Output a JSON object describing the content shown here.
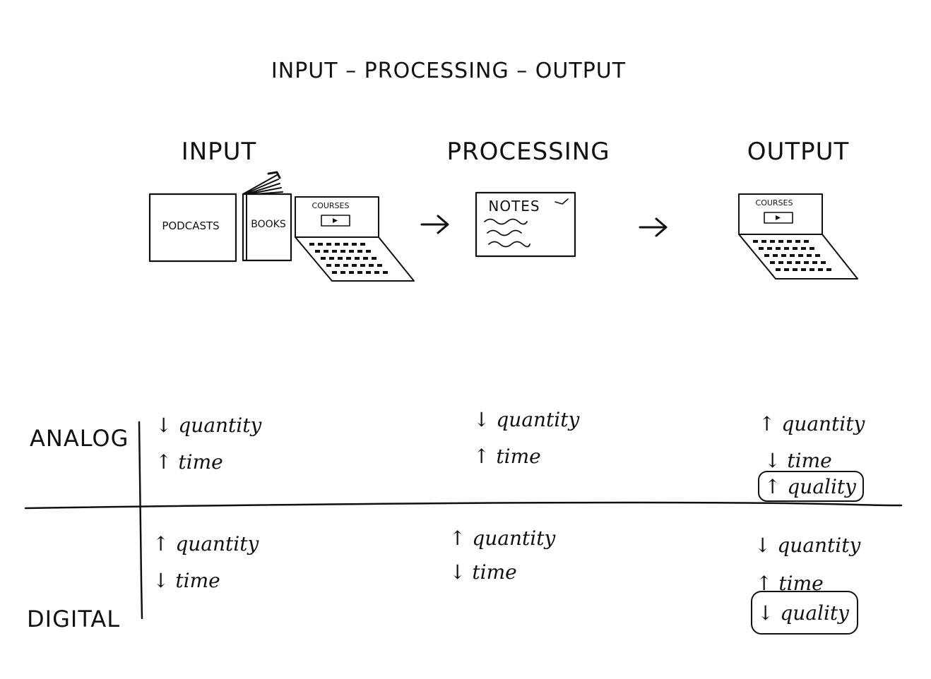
{
  "title": "INPUT – PROCESSING – OUTPUT",
  "columns": {
    "input": "INPUT",
    "processing": "PROCESSING",
    "output": "OUTPUT"
  },
  "items": {
    "podcasts": "PODCASTS",
    "books": "BOOKS",
    "courses_input": "COURSES",
    "notes": "NOTES",
    "courses_output": "COURSES"
  },
  "rows": {
    "analog": "ANALOG",
    "digital": "DIGITAL"
  },
  "grid": {
    "analog": {
      "input": [
        "↓ quantity",
        "↑ time"
      ],
      "processing": [
        "↓ quantity",
        "↑ time"
      ],
      "output": [
        "↑ quantity",
        "↓ time"
      ],
      "output_boxed": "↑ quality"
    },
    "digital": {
      "input": [
        "↑ quantity",
        "↓ time"
      ],
      "processing": [
        "↑ quantity",
        "↓ time"
      ],
      "output": [
        "↓ quantity",
        "↑ time"
      ],
      "output_boxed": "↓ quality"
    }
  },
  "icons": {
    "arrow_1": "arrow-right-icon",
    "arrow_2": "arrow-right-icon",
    "play": "play-icon",
    "check": "check-icon"
  }
}
